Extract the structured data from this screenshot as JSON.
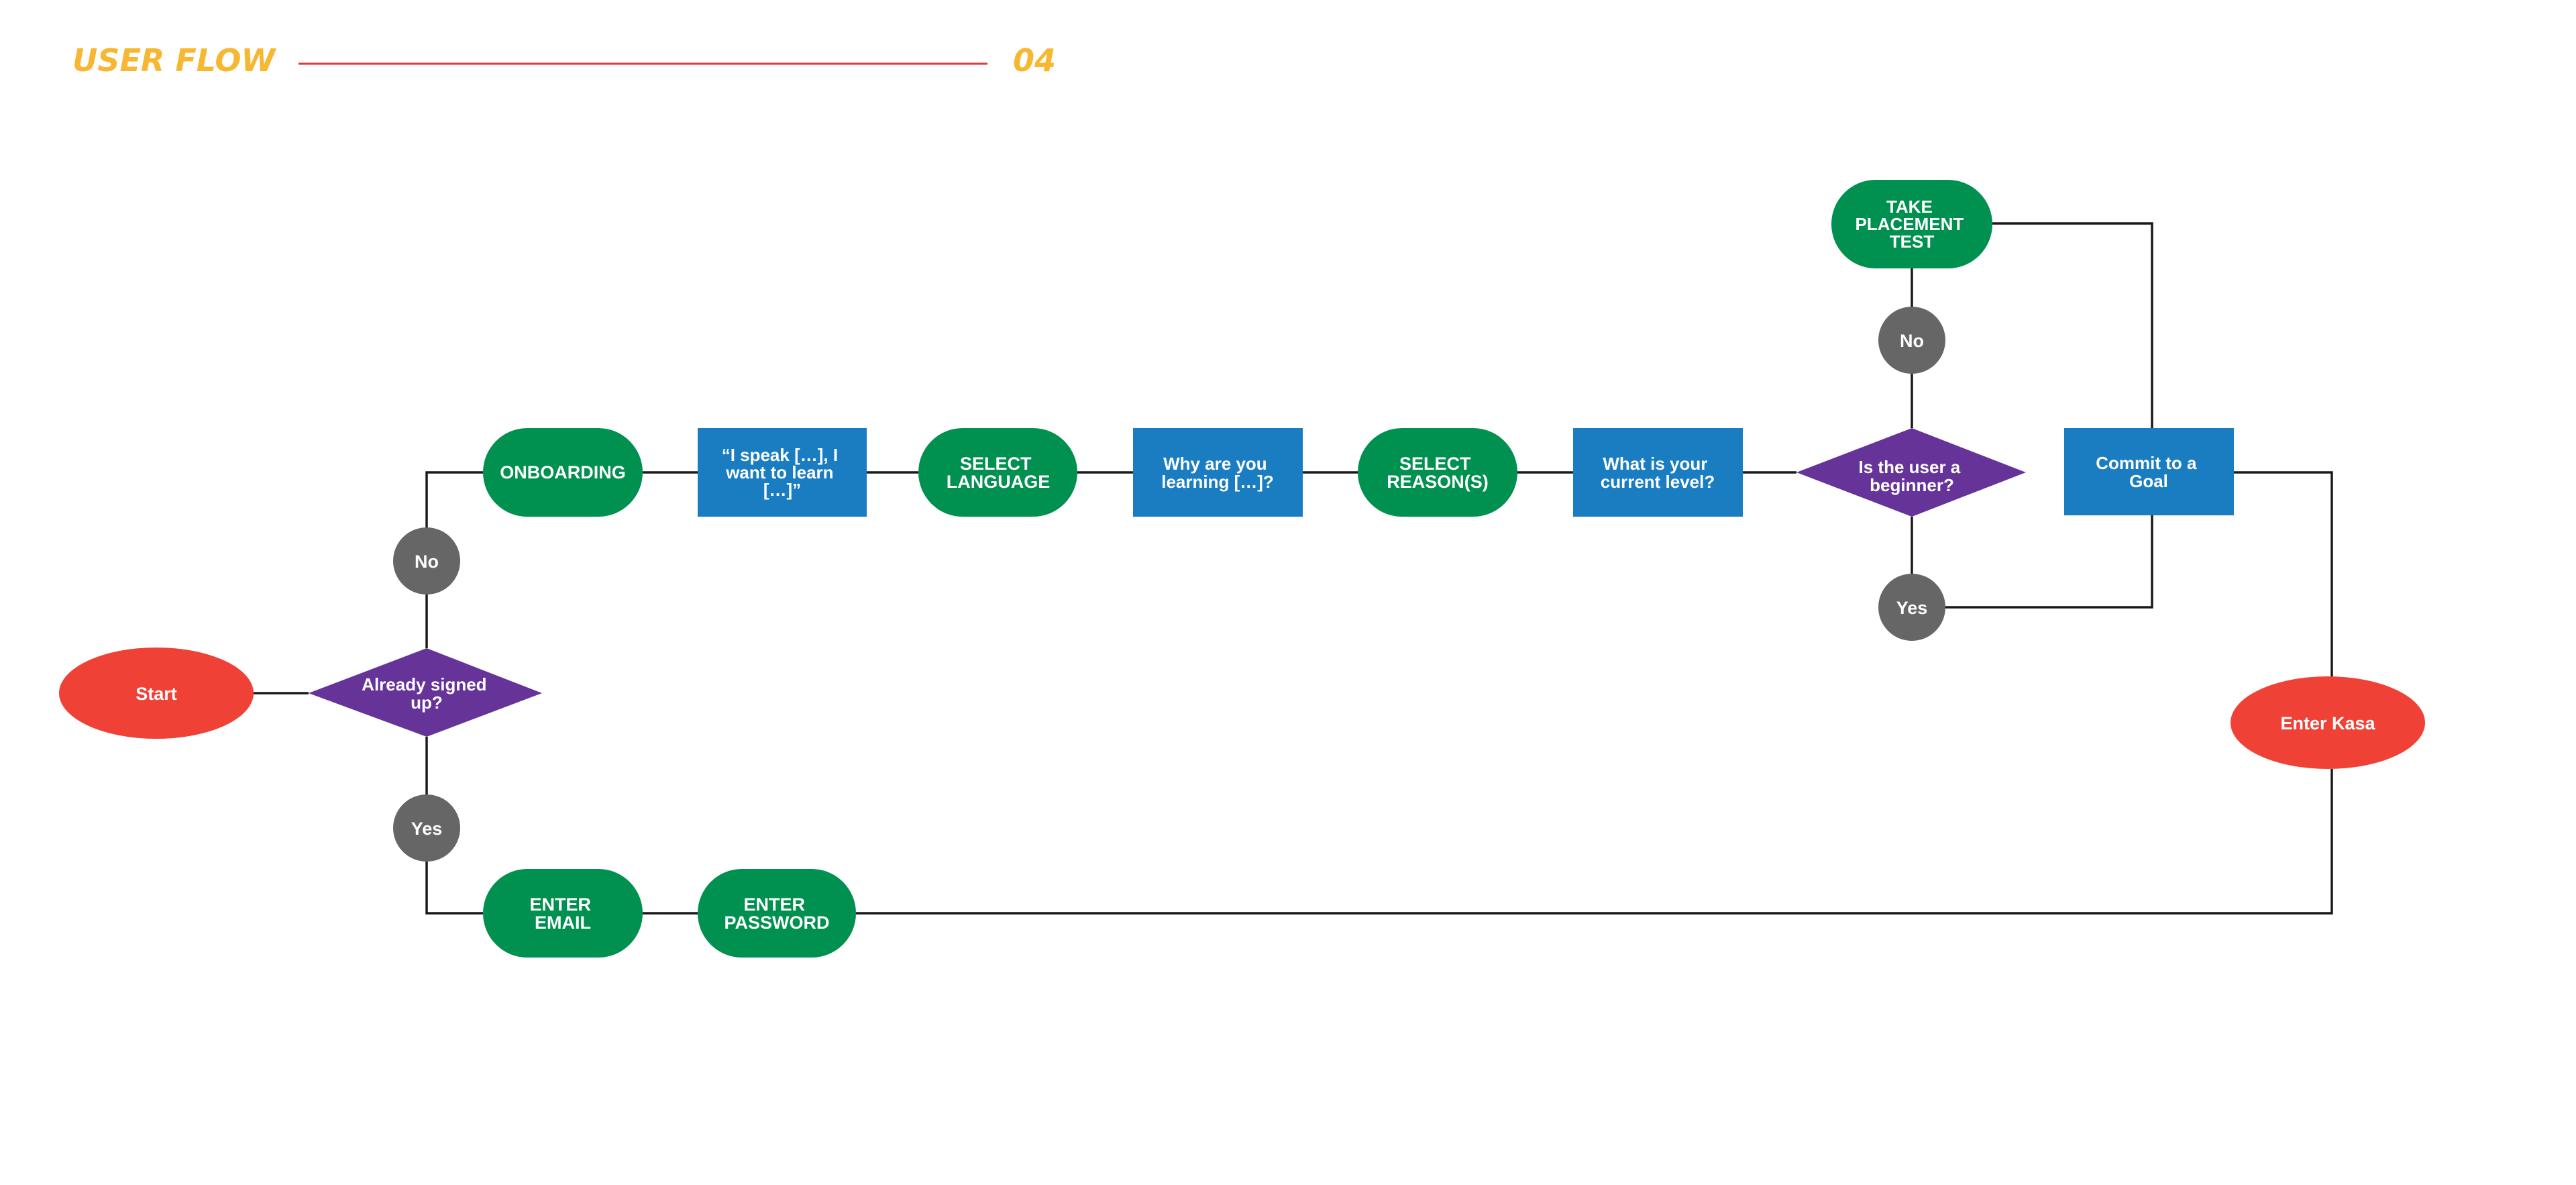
{
  "header": {
    "title": "USER FLOW",
    "number": "04"
  },
  "colors": {
    "header_text": "#F7B731",
    "header_rule": "#E53935",
    "terminal": "#EF4136",
    "process_green": "#00904F",
    "process_blue": "#1A7CC1",
    "decision": "#663399",
    "connector_label": "#666666",
    "line": "#1A1A1A",
    "node_text": "#FFFFFF"
  },
  "nodes": {
    "start": "Start",
    "already_signed_up": [
      "Already signed",
      "up?"
    ],
    "no_1": "No",
    "yes_1": "Yes",
    "onboarding": "ONBOARDING",
    "i_speak": [
      "“I speak […], I",
      "want to learn",
      "[…]”"
    ],
    "select_language": [
      "SELECT",
      "LANGUAGE"
    ],
    "why_learning": [
      "Why are you",
      "learning […]?"
    ],
    "select_reasons": [
      "SELECT",
      "REASON(S)"
    ],
    "current_level": [
      "What is your",
      "current level?"
    ],
    "is_beginner": [
      "Is the user a",
      "beginner?"
    ],
    "no_2": "No",
    "yes_2": "Yes",
    "placement_test": [
      "TAKE",
      "PLACEMENT",
      "TEST"
    ],
    "commit_goal": [
      "Commit to a",
      "Goal"
    ],
    "enter_kasa": "Enter Kasa",
    "enter_email": [
      "ENTER",
      "EMAIL"
    ],
    "enter_password": [
      "ENTER",
      "PASSWORD"
    ]
  }
}
